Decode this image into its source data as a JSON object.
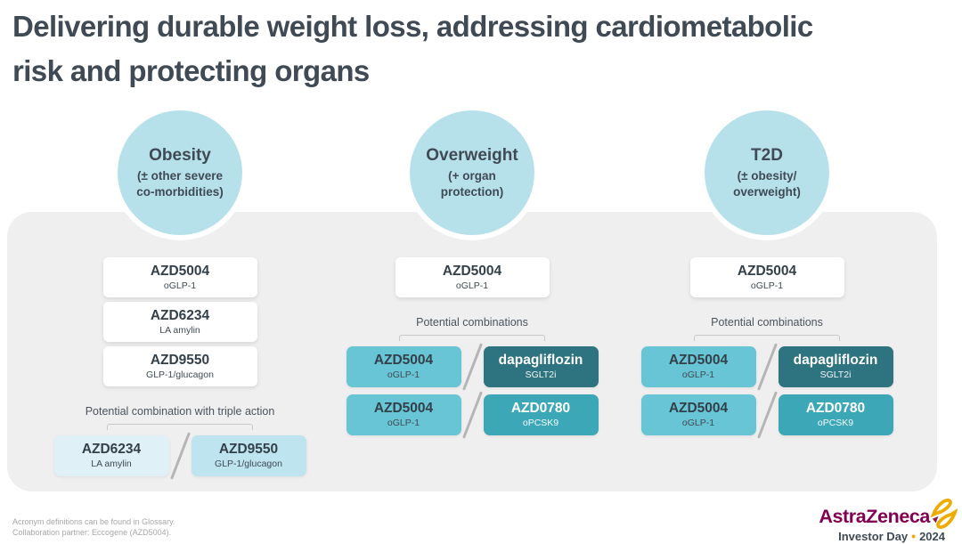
{
  "title_line1": "Delivering durable weight loss, addressing cardiometabolic",
  "title_line2": "risk and protecting organs",
  "columns": [
    {
      "id": "obesity",
      "circle": {
        "title": "Obesity",
        "sub_line1": "(± other severe",
        "sub_line2": "co-morbidities)"
      },
      "pipeline": [
        {
          "name": "AZD5004",
          "moa": "oGLP-1"
        },
        {
          "name": "AZD6234",
          "moa": "LA amylin"
        },
        {
          "name": "AZD9550",
          "moa": "GLP-1/glucagon"
        }
      ],
      "combo_label": "Potential combination with triple action",
      "combo_rows": [
        [
          {
            "name": "AZD6234",
            "moa": "LA amylin",
            "variant": "pale1"
          },
          {
            "name": "AZD9550",
            "moa": "GLP-1/glucagon",
            "variant": "pale2"
          }
        ]
      ]
    },
    {
      "id": "overweight",
      "circle": {
        "title": "Overweight",
        "sub_line1": "(+ organ",
        "sub_line2": "protection)"
      },
      "pipeline": [
        {
          "name": "AZD5004",
          "moa": "oGLP-1"
        }
      ],
      "combo_label": "Potential combinations",
      "combo_rows": [
        [
          {
            "name": "AZD5004",
            "moa": "oGLP-1",
            "variant": "light"
          },
          {
            "name": "dapagliflozin",
            "moa": "SGLT2i",
            "variant": "dark"
          }
        ],
        [
          {
            "name": "AZD5004",
            "moa": "oGLP-1",
            "variant": "light"
          },
          {
            "name": "AZD0780",
            "moa": "oPCSK9",
            "variant": "mid"
          }
        ]
      ]
    },
    {
      "id": "t2d",
      "circle": {
        "title": "T2D",
        "sub_line1": "(± obesity/",
        "sub_line2": "overweight)"
      },
      "pipeline": [
        {
          "name": "AZD5004",
          "moa": "oGLP-1"
        }
      ],
      "combo_label": "Potential combinations",
      "combo_rows": [
        [
          {
            "name": "AZD5004",
            "moa": "oGLP-1",
            "variant": "light"
          },
          {
            "name": "dapagliflozin",
            "moa": "SGLT2i",
            "variant": "dark"
          }
        ],
        [
          {
            "name": "AZD5004",
            "moa": "oGLP-1",
            "variant": "light"
          },
          {
            "name": "AZD0780",
            "moa": "oPCSK9",
            "variant": "mid"
          }
        ]
      ]
    }
  ],
  "footnote_line1": "Acronym definitions can be found in Glossary.",
  "footnote_line2": "Collaboration partner: Eccogene (AZD5004).",
  "logo": {
    "brand": "AstraZeneca",
    "tagline_left": "Investor Day",
    "tagline_bullet": "•",
    "tagline_right": "2024"
  },
  "colors": {
    "ink": "#3f4a55",
    "panel": "#efefef",
    "circle_blue": "#b7e1ea",
    "teal_light": "#68c5d5",
    "teal_dark": "#2e7380",
    "teal_mid": "#3ca7b7",
    "pale_blue_1": "#dff0f6",
    "pale_blue_2": "#bde4ef",
    "brand_maroon": "#830051",
    "brand_gold": "#F0AB00"
  }
}
